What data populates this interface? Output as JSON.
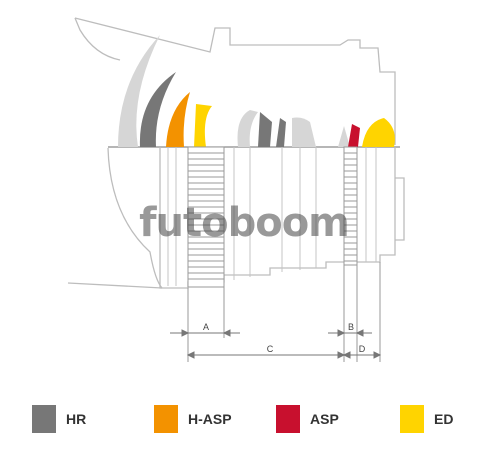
{
  "watermark": "futoboom",
  "dimensions": {
    "a": "A",
    "b": "B",
    "c": "C",
    "d": "D"
  },
  "legend": [
    {
      "label": "HR",
      "color": "#777777"
    },
    {
      "label": "H-ASP",
      "color": "#f39200"
    },
    {
      "label": "ASP",
      "color": "#c8102e"
    },
    {
      "label": "ED",
      "color": "#ffd400"
    }
  ]
}
